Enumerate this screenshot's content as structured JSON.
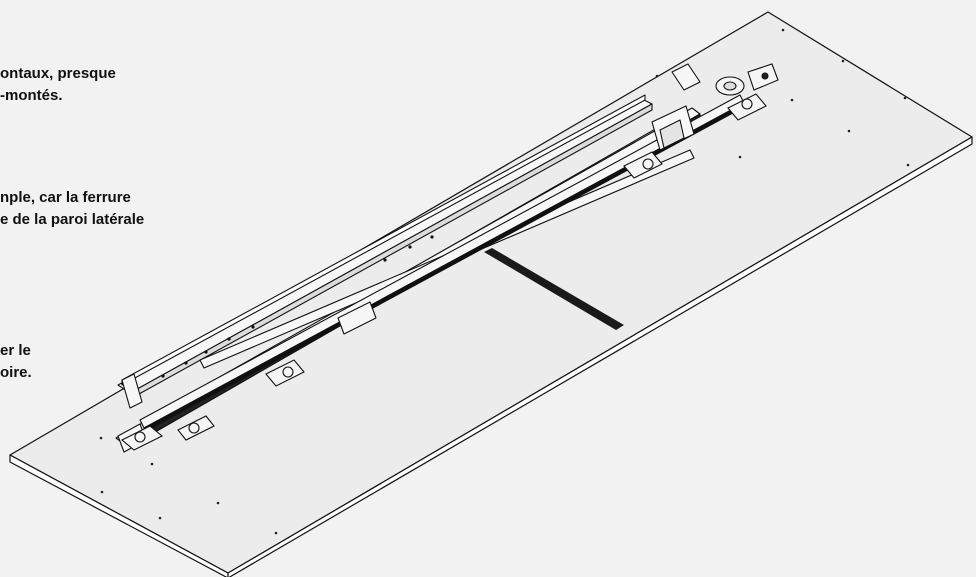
{
  "captions": [
    {
      "lines": [
        "ontaux, presque",
        "-montés."
      ]
    },
    {
      "lines": [
        "nple, car la ferrure",
        "e de la paroi latérale"
      ]
    },
    {
      "lines": [
        "er le",
        "oire."
      ]
    }
  ],
  "colors": {
    "background": "#f2f2f2",
    "board_top": "#ececec",
    "board_edge": "#ffffff",
    "stroke": "#111111",
    "rail_fill": "#f7f7f7",
    "bar": "#1a1a1a"
  },
  "illustration": "isometric line drawing of a board with mounted hardware rails"
}
